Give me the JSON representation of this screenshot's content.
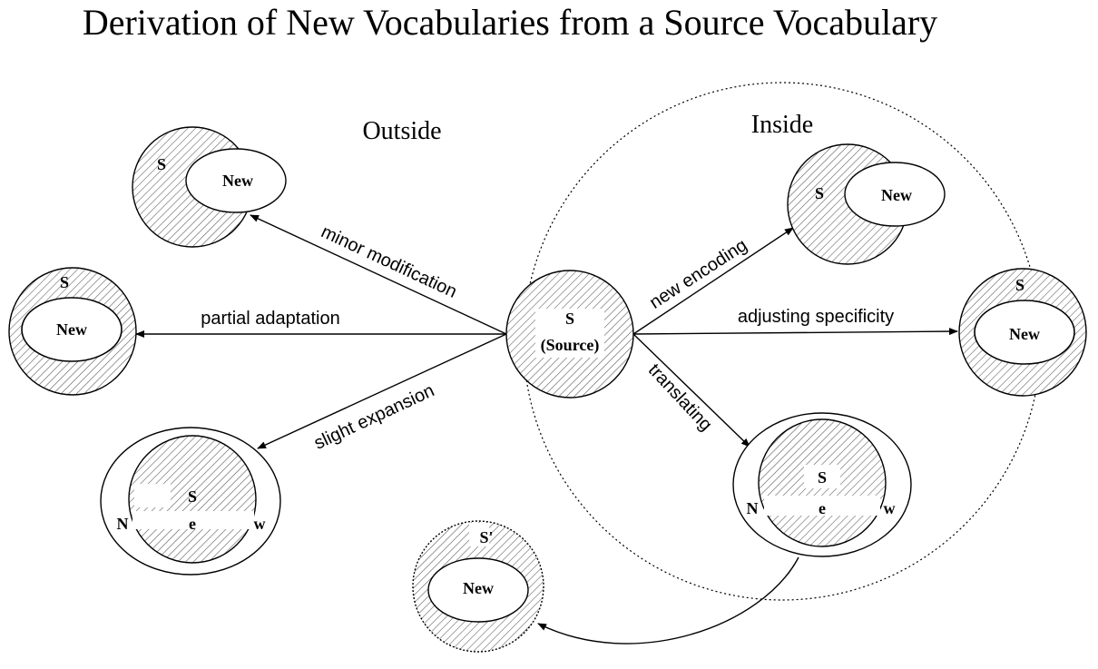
{
  "title": "Derivation of New Vocabularies from a Source Vocabulary",
  "regions": {
    "outside": "Outside",
    "inside": "Inside"
  },
  "source": {
    "s": "S",
    "source": "(Source)"
  },
  "node_labels": {
    "s": "S",
    "new": "New",
    "s_prime": "S'",
    "n": "N",
    "e": "e",
    "w": "w"
  },
  "edges": {
    "minor_modification": "minor modification",
    "partial_adaptation": "partial adaptation",
    "slight_expansion": "slight expansion",
    "new_encoding": "new encoding",
    "adjusting_specificity": "adjusting specificity",
    "translating": "translating"
  },
  "colors": {
    "stroke": "#000000",
    "hatch": "#555555",
    "background": "#ffffff"
  }
}
